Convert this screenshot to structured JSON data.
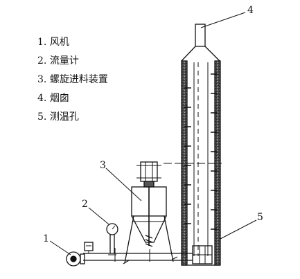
{
  "legend": [
    {
      "number": "1",
      "label": "风机"
    },
    {
      "number": "2",
      "label": "流量计"
    },
    {
      "number": "3",
      "label": "螺旋进料装置"
    },
    {
      "number": "4",
      "label": "烟囱"
    },
    {
      "number": "5",
      "label": "测温孔"
    }
  ],
  "callouts": {
    "fan": "1",
    "flowmeter": "2",
    "feeder": "3",
    "chimney": "4",
    "hole": "5"
  }
}
